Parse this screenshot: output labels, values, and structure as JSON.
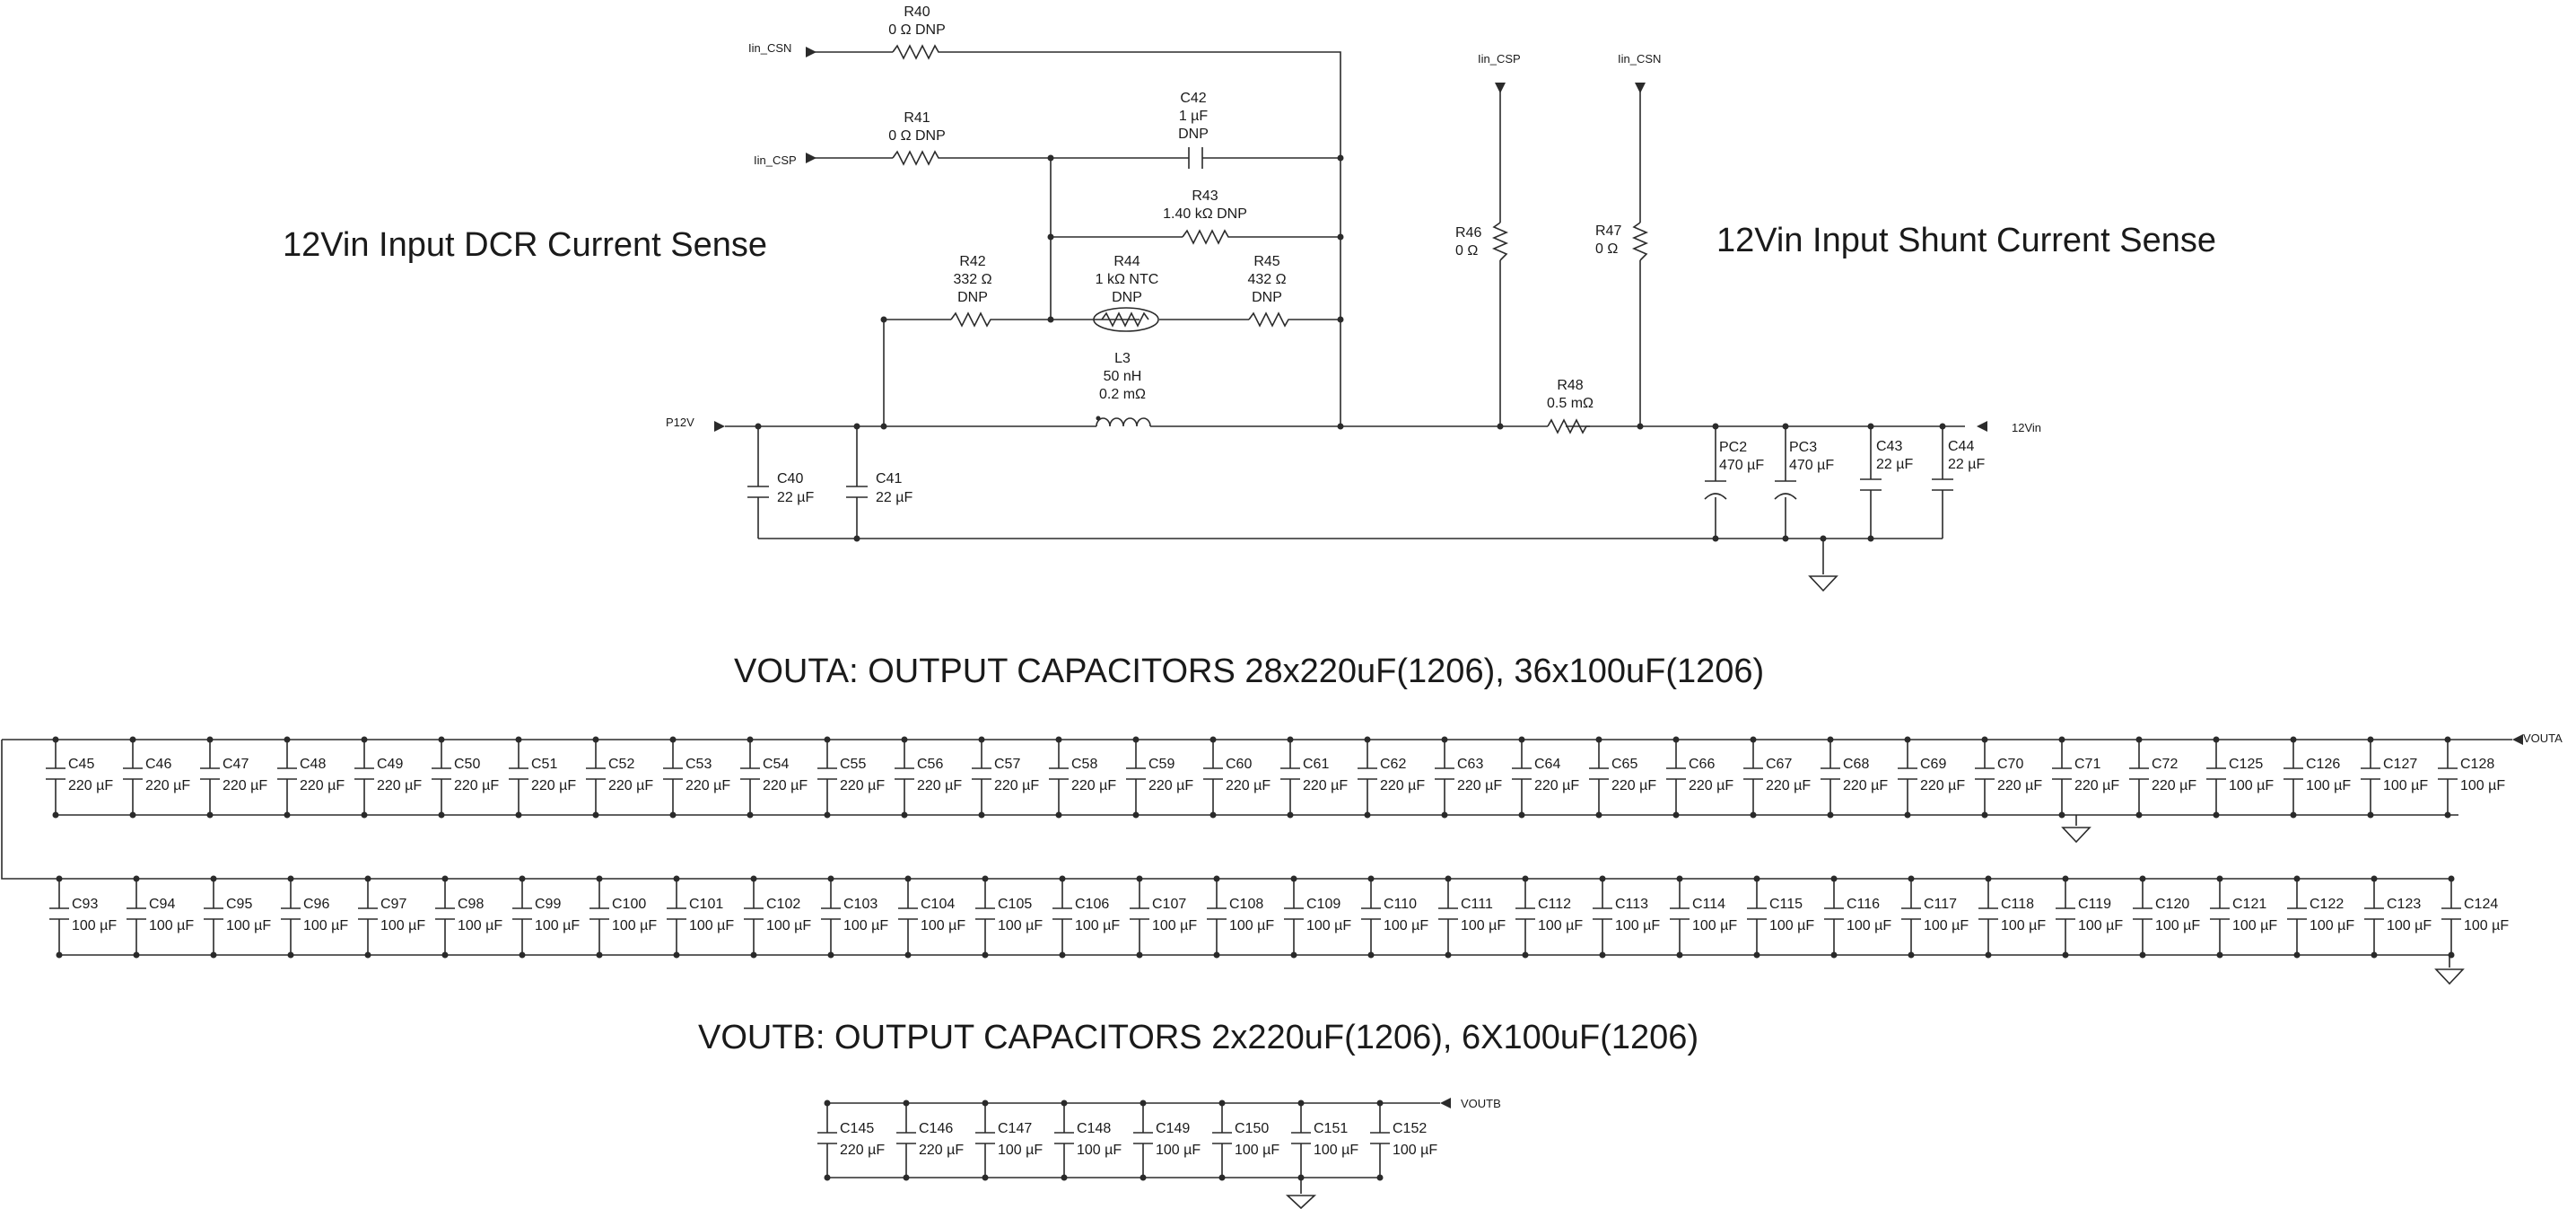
{
  "titles": {
    "dcr": "12Vin Input DCR Current Sense",
    "shunt": "12Vin Input Shunt Current Sense",
    "vouta": "VOUTA: OUTPUT CAPACITORS 28x220uF(1206), 36x100uF(1206)",
    "voutb": "VOUTB: OUTPUT CAPACITORS 2x220uF(1206), 6X100uF(1206)"
  },
  "nets": {
    "iin_csn_left": "Iin_CSN",
    "iin_csp_left": "Iin_CSP",
    "iin_csp_right": "Iin_CSP",
    "iin_csn_right": "Iin_CSN",
    "p12v": "P12V",
    "vin12": "12Vin",
    "vouta": "VOUTA",
    "voutb": "VOUTB"
  },
  "components": {
    "R40": {
      "ref": "R40",
      "value": "0 Ω DNP"
    },
    "R41": {
      "ref": "R41",
      "value": "0 Ω DNP"
    },
    "C42": {
      "ref": "C42",
      "value": "1 µF",
      "note": "DNP"
    },
    "R43": {
      "ref": "R43",
      "value": "1.40 kΩ DNP"
    },
    "R42": {
      "ref": "R42",
      "value": "332 Ω",
      "note": "DNP"
    },
    "R44": {
      "ref": "R44",
      "value": "1 kΩ NTC",
      "note": "DNP"
    },
    "R45": {
      "ref": "R45",
      "value": "432 Ω",
      "note": "DNP"
    },
    "L3": {
      "ref": "L3",
      "value": "50 nH",
      "note": "0.2 mΩ"
    },
    "R46": {
      "ref": "R46",
      "value": "0 Ω"
    },
    "R47": {
      "ref": "R47",
      "value": "0 Ω"
    },
    "R48": {
      "ref": "R48",
      "value": "0.5 mΩ"
    },
    "C40": {
      "ref": "C40",
      "value": "22 µF"
    },
    "C41": {
      "ref": "C41",
      "value": "22 µF"
    },
    "PC2": {
      "ref": "PC2",
      "value": "470 µF"
    },
    "PC3": {
      "ref": "PC3",
      "value": "470 µF"
    },
    "C43": {
      "ref": "C43",
      "value": "22 µF"
    },
    "C44": {
      "ref": "C44",
      "value": "22 µF"
    }
  },
  "vouta_row1": [
    {
      "ref": "C45",
      "value": "220 µF"
    },
    {
      "ref": "C46",
      "value": "220 µF"
    },
    {
      "ref": "C47",
      "value": "220 µF"
    },
    {
      "ref": "C48",
      "value": "220 µF"
    },
    {
      "ref": "C49",
      "value": "220 µF"
    },
    {
      "ref": "C50",
      "value": "220 µF"
    },
    {
      "ref": "C51",
      "value": "220 µF"
    },
    {
      "ref": "C52",
      "value": "220 µF"
    },
    {
      "ref": "C53",
      "value": "220 µF"
    },
    {
      "ref": "C54",
      "value": "220 µF"
    },
    {
      "ref": "C55",
      "value": "220 µF"
    },
    {
      "ref": "C56",
      "value": "220 µF"
    },
    {
      "ref": "C57",
      "value": "220 µF"
    },
    {
      "ref": "C58",
      "value": "220 µF"
    },
    {
      "ref": "C59",
      "value": "220 µF"
    },
    {
      "ref": "C60",
      "value": "220 µF"
    },
    {
      "ref": "C61",
      "value": "220 µF"
    },
    {
      "ref": "C62",
      "value": "220 µF"
    },
    {
      "ref": "C63",
      "value": "220 µF"
    },
    {
      "ref": "C64",
      "value": "220 µF"
    },
    {
      "ref": "C65",
      "value": "220 µF"
    },
    {
      "ref": "C66",
      "value": "220 µF"
    },
    {
      "ref": "C67",
      "value": "220 µF"
    },
    {
      "ref": "C68",
      "value": "220 µF"
    },
    {
      "ref": "C69",
      "value": "220 µF"
    },
    {
      "ref": "C70",
      "value": "220 µF"
    },
    {
      "ref": "C71",
      "value": "220 µF"
    },
    {
      "ref": "C72",
      "value": "220 µF"
    },
    {
      "ref": "C125",
      "value": "100 µF"
    },
    {
      "ref": "C126",
      "value": "100 µF"
    },
    {
      "ref": "C127",
      "value": "100 µF"
    },
    {
      "ref": "C128",
      "value": "100 µF"
    }
  ],
  "vouta_row2": [
    {
      "ref": "C93",
      "value": "100 µF"
    },
    {
      "ref": "C94",
      "value": "100 µF"
    },
    {
      "ref": "C95",
      "value": "100 µF"
    },
    {
      "ref": "C96",
      "value": "100 µF"
    },
    {
      "ref": "C97",
      "value": "100 µF"
    },
    {
      "ref": "C98",
      "value": "100 µF"
    },
    {
      "ref": "C99",
      "value": "100 µF"
    },
    {
      "ref": "C100",
      "value": "100 µF"
    },
    {
      "ref": "C101",
      "value": "100 µF"
    },
    {
      "ref": "C102",
      "value": "100 µF"
    },
    {
      "ref": "C103",
      "value": "100 µF"
    },
    {
      "ref": "C104",
      "value": "100 µF"
    },
    {
      "ref": "C105",
      "value": "100 µF"
    },
    {
      "ref": "C106",
      "value": "100 µF"
    },
    {
      "ref": "C107",
      "value": "100 µF"
    },
    {
      "ref": "C108",
      "value": "100 µF"
    },
    {
      "ref": "C109",
      "value": "100 µF"
    },
    {
      "ref": "C110",
      "value": "100 µF"
    },
    {
      "ref": "C111",
      "value": "100 µF"
    },
    {
      "ref": "C112",
      "value": "100 µF"
    },
    {
      "ref": "C113",
      "value": "100 µF"
    },
    {
      "ref": "C114",
      "value": "100 µF"
    },
    {
      "ref": "C115",
      "value": "100 µF"
    },
    {
      "ref": "C116",
      "value": "100 µF"
    },
    {
      "ref": "C117",
      "value": "100 µF"
    },
    {
      "ref": "C118",
      "value": "100 µF"
    },
    {
      "ref": "C119",
      "value": "100 µF"
    },
    {
      "ref": "C120",
      "value": "100 µF"
    },
    {
      "ref": "C121",
      "value": "100 µF"
    },
    {
      "ref": "C122",
      "value": "100 µF"
    },
    {
      "ref": "C123",
      "value": "100 µF"
    },
    {
      "ref": "C124",
      "value": "100 µF"
    }
  ],
  "voutb_row": [
    {
      "ref": "C145",
      "value": "220 µF"
    },
    {
      "ref": "C146",
      "value": "220 µF"
    },
    {
      "ref": "C147",
      "value": "100 µF"
    },
    {
      "ref": "C148",
      "value": "100 µF"
    },
    {
      "ref": "C149",
      "value": "100 µF"
    },
    {
      "ref": "C150",
      "value": "100 µF"
    },
    {
      "ref": "C151",
      "value": "100 µF"
    },
    {
      "ref": "C152",
      "value": "100 µF"
    }
  ]
}
